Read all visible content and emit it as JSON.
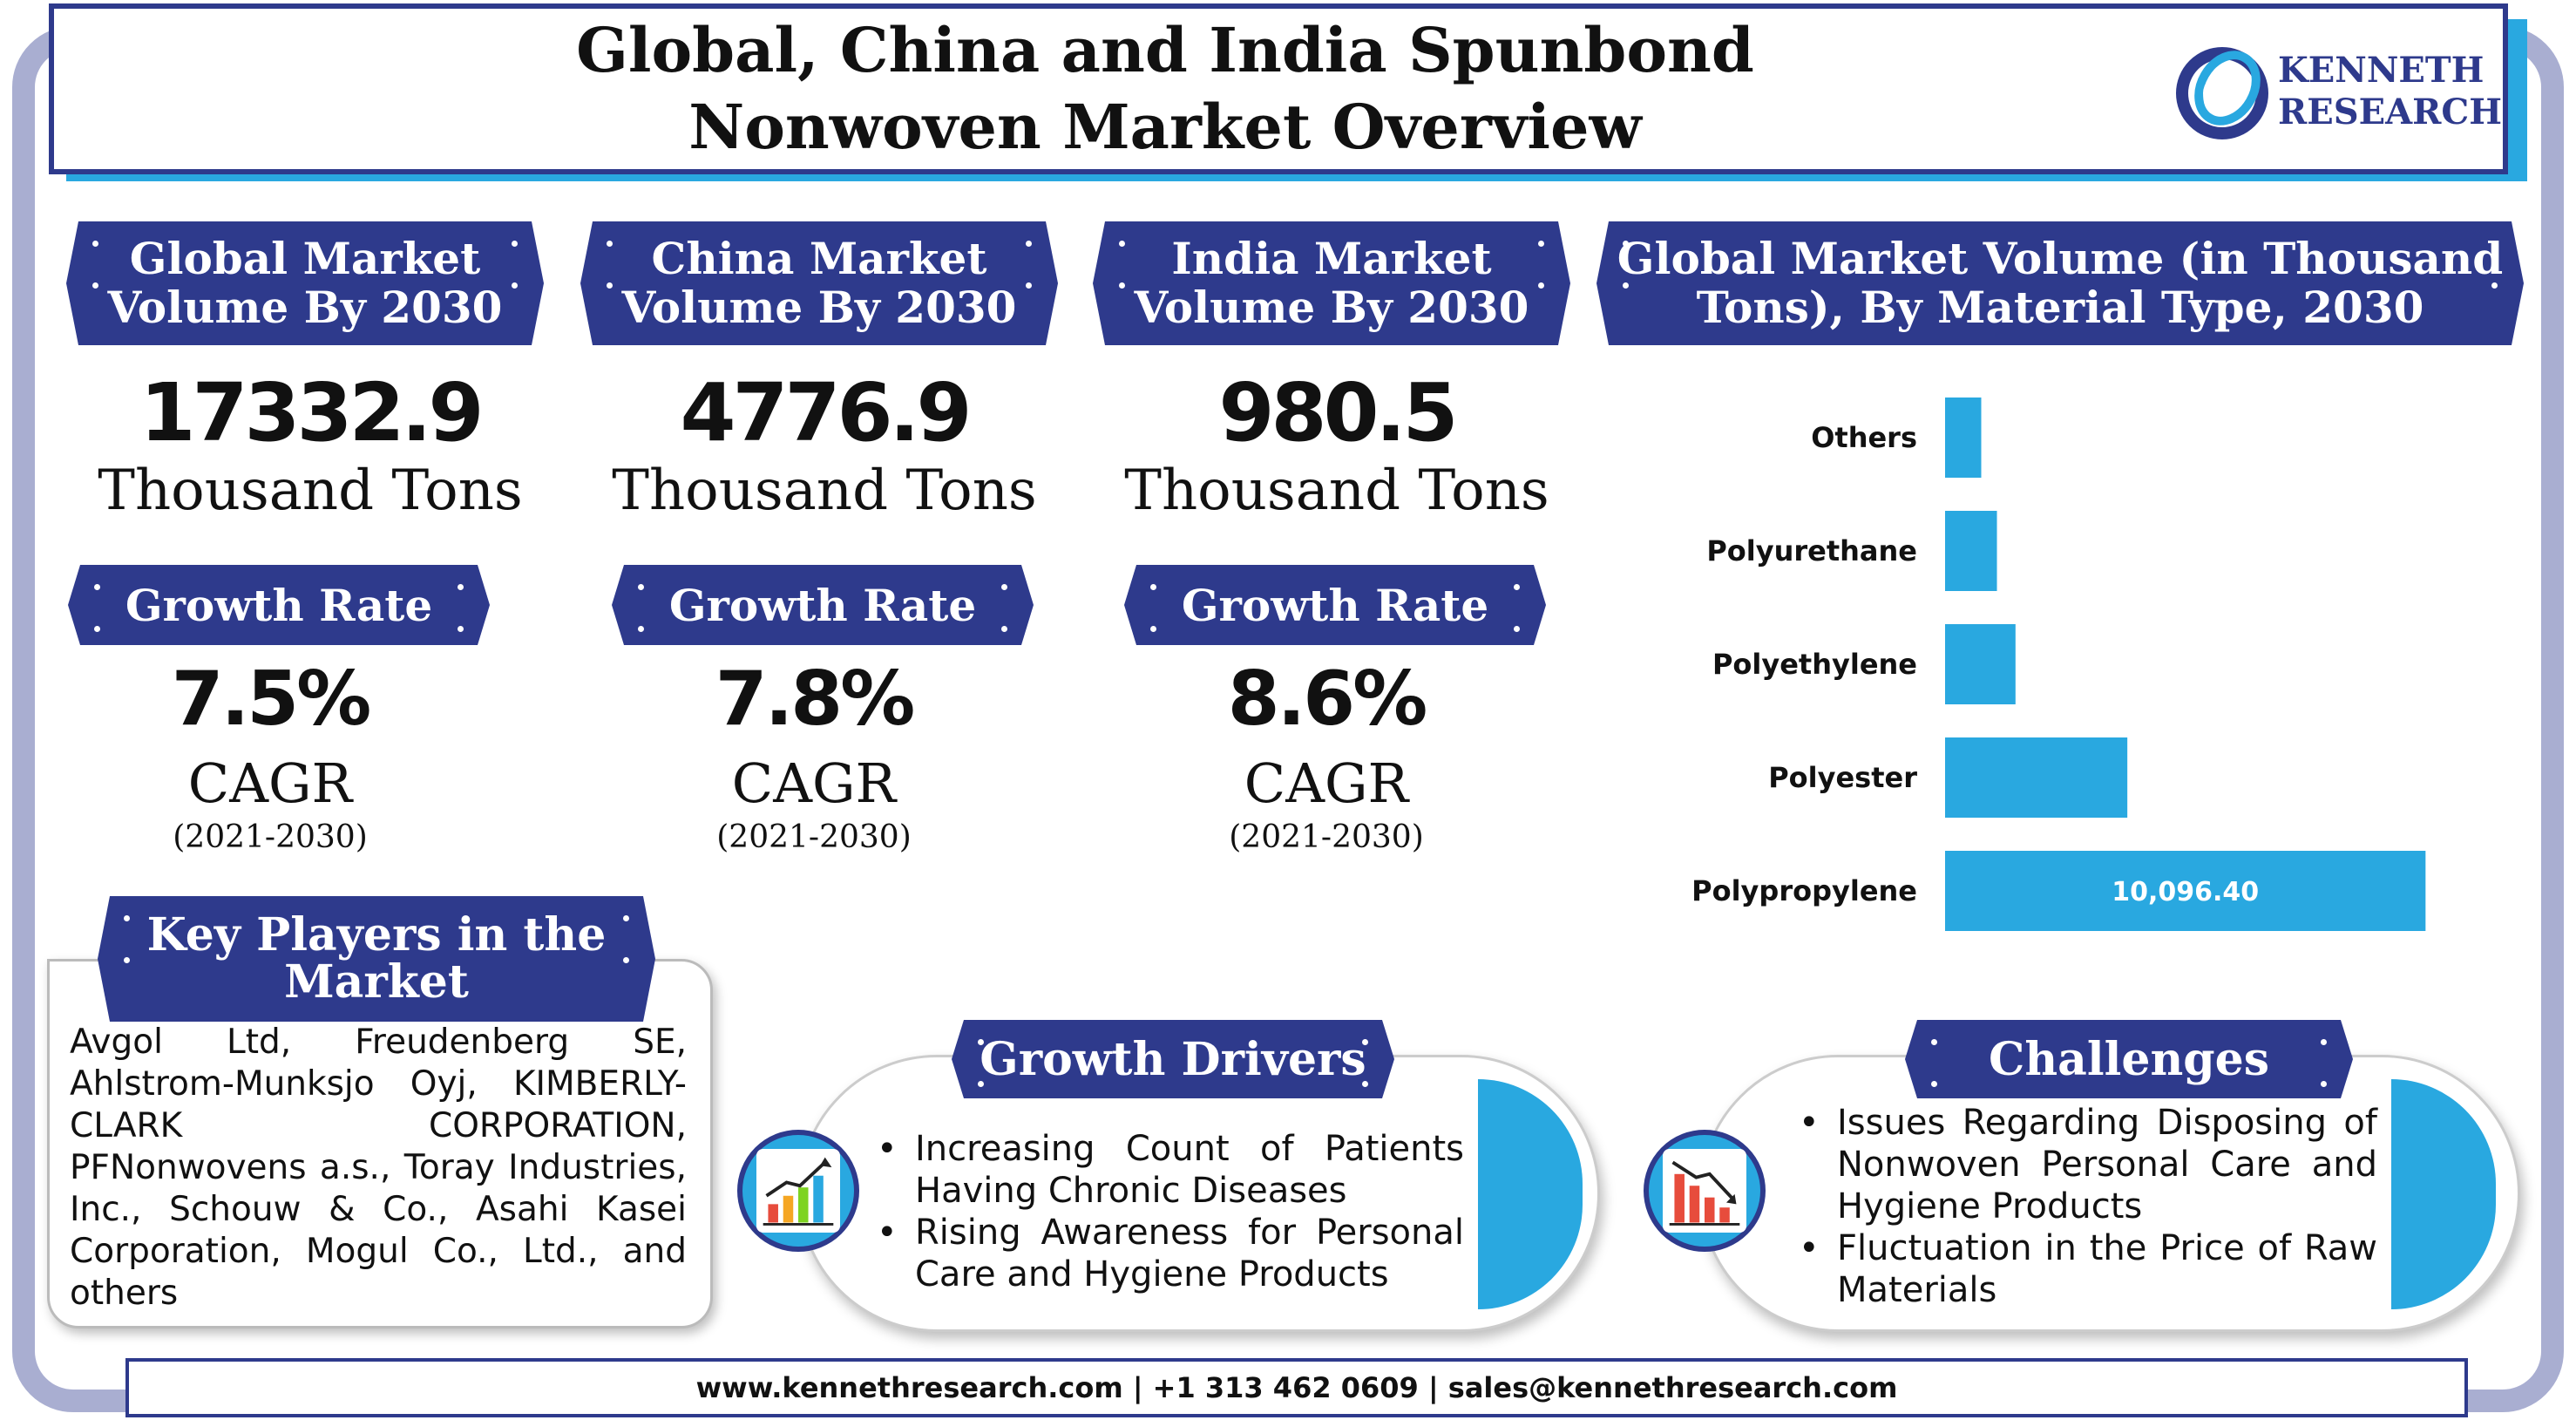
{
  "title": {
    "line1": "Global, China and India Spunbond",
    "line2": "Nonwoven Market Overview"
  },
  "logo": {
    "line1": "KENNETH",
    "line2": "RESEARCH",
    "icon": "ring-logo-icon"
  },
  "markets": [
    {
      "heading_line1": "Global Market",
      "heading_line2": "Volume By 2030",
      "value": "17332.9",
      "unit": "Thousand Tons",
      "growth_label": "Growth Rate",
      "cagr_value": "7.5%",
      "cagr_label": "CAGR",
      "period": "(2021-2030)"
    },
    {
      "heading_line1": "China Market",
      "heading_line2": "Volume By 2030",
      "value": "4776.9",
      "unit": "Thousand Tons",
      "growth_label": "Growth Rate",
      "cagr_value": "7.8%",
      "cagr_label": "CAGR",
      "period": "(2021-2030)"
    },
    {
      "heading_line1": "India Market",
      "heading_line2": "Volume By 2030",
      "value": "980.5",
      "unit": "Thousand Tons",
      "growth_label": "Growth Rate",
      "cagr_value": "8.6%",
      "cagr_label": "CAGR",
      "period": "(2021-2030)"
    }
  ],
  "key_players": {
    "heading_line1": "Key Players in the",
    "heading_line2": "Market",
    "text": "Avgol Ltd, Freudenberg SE, Ahlstrom-Munksjo Oyj, KIMBERLY-CLARK CORPORATION, PFNonwovens a.s., Toray Industries, Inc., Schouw & Co., Asahi Kasei Corporation, Mogul Co., Ltd., and others"
  },
  "growth_drivers": {
    "heading": "Growth Drivers",
    "icon": "rising-bar-chart-icon",
    "items": [
      "Increasing Count of Patients Having Chronic Diseases",
      "Rising Awareness for Personal Care and Hygiene Products"
    ]
  },
  "challenges": {
    "heading": "Challenges",
    "icon": "falling-bar-chart-icon",
    "items": [
      "Issues Regarding Disposing of Nonwoven Personal Care and Hygiene Products",
      "Fluctuation in the Price of Raw Materials"
    ]
  },
  "chart_heading": {
    "line1": "Global Market Volume (in Thousand",
    "line2": "Tons), By Material Type, 2030"
  },
  "chart_data": {
    "type": "bar",
    "orientation": "horizontal",
    "title": "Global Market Volume (in Thousand Tons), By Material Type, 2030",
    "categories": [
      "Others",
      "Polyurethane",
      "Polyethylene",
      "Polyester",
      "Polypropylene"
    ],
    "values": [
      760,
      1090,
      1480,
      3830,
      10096.4
    ],
    "data_labels": [
      "",
      "",
      "",
      "",
      "10,096.40"
    ],
    "xlim": [
      0,
      11500
    ],
    "grid": false,
    "color": "#29a8e0"
  },
  "footer": {
    "text": "www.kennethresearch.com | +1 313 462 0609 | sales@kennethresearch.com"
  },
  "colors": {
    "navy": "#2e3a8c",
    "blue": "#29a8e0",
    "frame": "#a9aed1"
  }
}
